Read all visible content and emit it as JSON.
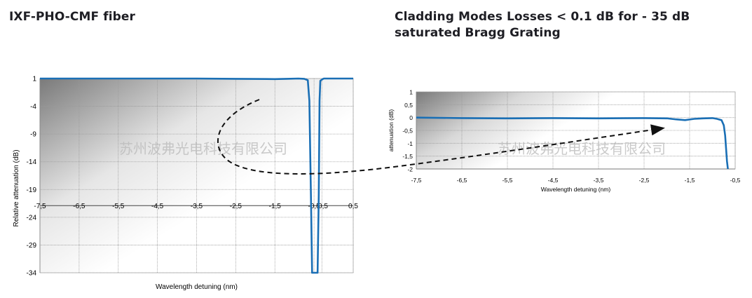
{
  "left_panel": {
    "heading": "IXF-PHO-CMF fiber"
  },
  "right_panel": {
    "heading": "Cladding Modes Losses < 0.1 dB for - 35 dB saturated Bragg Grating"
  },
  "watermark": "苏州波弗光电科技有限公司",
  "colors": {
    "series": "#1a6fb5",
    "arrow": "#111111"
  },
  "chart_data": [
    {
      "type": "line",
      "title": "",
      "xlabel": "Wavelength detuning (nm)",
      "ylabel": "Relative attenuation (dB)",
      "xlim": [
        -7.5,
        0.5
      ],
      "ylim": [
        -34,
        1
      ],
      "xticks": [
        "-7,5",
        "-6,5",
        "-5,5",
        "-4,5",
        "-3,5",
        "-2,5",
        "-1,5",
        "-0,5",
        "-0,5",
        "0,5"
      ],
      "yticks": [
        "1",
        "-4",
        "-9",
        "-14",
        "-19",
        "-24",
        "-29",
        "-34"
      ],
      "grid": true,
      "series": [
        {
          "x": [
            -7.5,
            -5.5,
            -3.5,
            -2.5,
            -1.5,
            -1.2,
            -0.9,
            -0.75,
            -0.66,
            -0.62,
            -0.58,
            -0.55,
            -0.5,
            -0.45,
            -0.41,
            -0.38,
            -0.36,
            -0.34,
            -0.28,
            -0.25,
            -0.2,
            -0.1,
            0.0,
            0.5
          ],
          "y": [
            1.0,
            1.0,
            1.0,
            0.95,
            0.9,
            0.95,
            1.0,
            0.95,
            0.7,
            -3,
            -20,
            -34,
            -34,
            -34,
            -34,
            -20,
            -3,
            0.6,
            0.9,
            1.0,
            1.0,
            1.0,
            1.0,
            1.0
          ]
        }
      ]
    },
    {
      "type": "line",
      "title": "",
      "xlabel": "Wavelength detuning (nm)",
      "ylabel": "attenuation (dB)",
      "xlim": [
        -7.5,
        -0.5
      ],
      "ylim": [
        -2,
        1
      ],
      "xticks": [
        "-7,5",
        "-6,5",
        "-5,5",
        "-4,5",
        "-3,5",
        "-2,5",
        "-1,5",
        "-0,5"
      ],
      "yticks": [
        "1",
        "0,5",
        "0",
        "-0,5",
        "-1",
        "-1,5",
        "-2"
      ],
      "grid": true,
      "series": [
        {
          "x": [
            -7.5,
            -6.5,
            -5.5,
            -4.5,
            -3.5,
            -2.5,
            -2.0,
            -1.8,
            -1.6,
            -1.4,
            -1.2,
            -1.0,
            -0.9,
            -0.8,
            -0.75,
            -0.72,
            -0.7,
            -0.68,
            -0.66
          ],
          "y": [
            0.0,
            -0.02,
            -0.03,
            -0.02,
            -0.03,
            -0.02,
            -0.03,
            -0.07,
            -0.1,
            -0.05,
            -0.03,
            -0.02,
            -0.05,
            -0.1,
            -0.3,
            -0.7,
            -1.2,
            -1.7,
            -2.0
          ]
        }
      ]
    }
  ]
}
